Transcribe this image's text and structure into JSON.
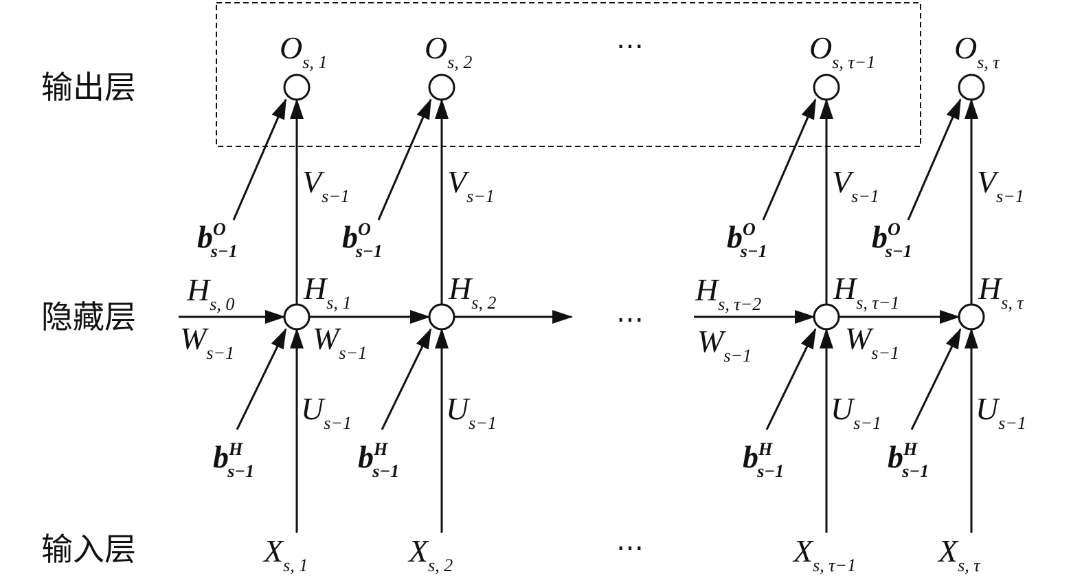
{
  "row_labels": {
    "output": "输出层",
    "hidden": "隐藏层",
    "input": "输入层"
  },
  "ellipsis": "⋯",
  "columns": [
    {
      "O": {
        "main": "O",
        "sub": "s, 1"
      },
      "H": {
        "main": "H",
        "sub": "s, 1"
      },
      "X": {
        "main": "X",
        "sub": "s, 1"
      },
      "V": {
        "main": "V",
        "sub": "s−1"
      },
      "U": {
        "main": "U",
        "sub": "s−1"
      },
      "bO": {
        "main": "b",
        "sup": "O",
        "sub": "s−1"
      },
      "bH": {
        "main": "b",
        "sup": "H",
        "sub": "s−1"
      },
      "Win": {
        "main": "W",
        "sub": "s−1"
      },
      "Hin": {
        "main": "H",
        "sub": "s, 0"
      }
    },
    {
      "O": {
        "main": "O",
        "sub": "s, 2"
      },
      "H": {
        "main": "H",
        "sub": "s, 2"
      },
      "X": {
        "main": "X",
        "sub": "s, 2"
      },
      "V": {
        "main": "V",
        "sub": "s−1"
      },
      "U": {
        "main": "U",
        "sub": "s−1"
      },
      "bO": {
        "main": "b",
        "sup": "O",
        "sub": "s−1"
      },
      "bH": {
        "main": "b",
        "sup": "H",
        "sub": "s−1"
      },
      "Win": {
        "main": "W",
        "sub": "s−1"
      }
    },
    {
      "O": {
        "main": "O",
        "sub": "s, τ−1"
      },
      "H": {
        "main": "H",
        "sub": "s, τ−1"
      },
      "X": {
        "main": "X",
        "sub": "s, τ−1"
      },
      "V": {
        "main": "V",
        "sub": "s−1"
      },
      "U": {
        "main": "U",
        "sub": "s−1"
      },
      "bO": {
        "main": "b",
        "sup": "O",
        "sub": "s−1"
      },
      "bH": {
        "main": "b",
        "sup": "H",
        "sub": "s−1"
      },
      "Win": {
        "main": "W",
        "sub": "s−1"
      },
      "Hin": {
        "main": "H",
        "sub": "s, τ−2"
      }
    },
    {
      "O": {
        "main": "O",
        "sub": "s, τ"
      },
      "H": {
        "main": "H",
        "sub": "s, τ"
      },
      "X": {
        "main": "X",
        "sub": "s, τ"
      },
      "V": {
        "main": "V",
        "sub": "s−1"
      },
      "U": {
        "main": "U",
        "sub": "s−1"
      },
      "bO": {
        "main": "b",
        "sup": "O",
        "sub": "s−1"
      },
      "bH": {
        "main": "b",
        "sup": "H",
        "sub": "s−1"
      },
      "Win": {
        "main": "W",
        "sub": "s−1"
      }
    }
  ]
}
